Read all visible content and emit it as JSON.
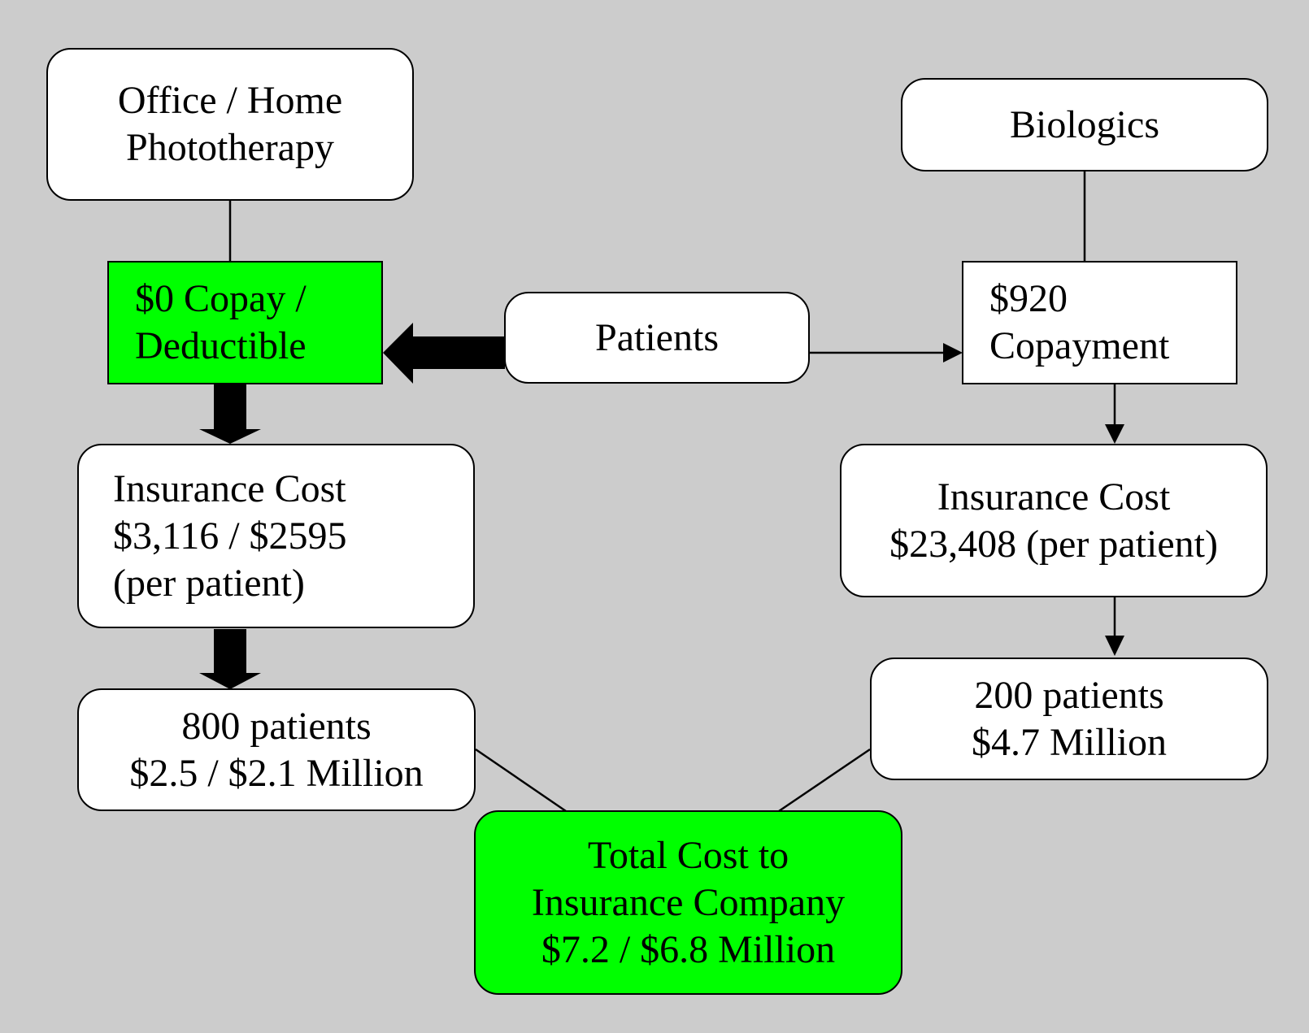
{
  "colors": {
    "background": "#cccccc",
    "highlight": "#00ff00",
    "box": "#ffffff",
    "stroke": "#000000"
  },
  "nodes": {
    "phototherapy": {
      "lines": [
        "Office / Home",
        "Phototherapy"
      ]
    },
    "biologics": {
      "lines": [
        "Biologics"
      ]
    },
    "copay_photo": {
      "lines": [
        "$0 Copay /",
        "Deductible"
      ]
    },
    "patients": {
      "lines": [
        "Patients"
      ]
    },
    "copay_bio": {
      "lines": [
        "$920",
        "Copayment"
      ]
    },
    "ins_photo": {
      "lines": [
        "Insurance Cost",
        "$3,116 / $2595",
        "(per patient)"
      ]
    },
    "ins_bio": {
      "lines": [
        "Insurance Cost",
        "$23,408 (per patient)"
      ]
    },
    "pts_photo": {
      "lines": [
        "800 patients",
        "$2.5 / $2.1 Million"
      ]
    },
    "pts_bio": {
      "lines": [
        "200 patients",
        "$4.7 Million"
      ]
    },
    "total": {
      "lines": [
        "Total Cost to",
        "Insurance Company",
        "$7.2 / $6.8 Million"
      ]
    }
  }
}
